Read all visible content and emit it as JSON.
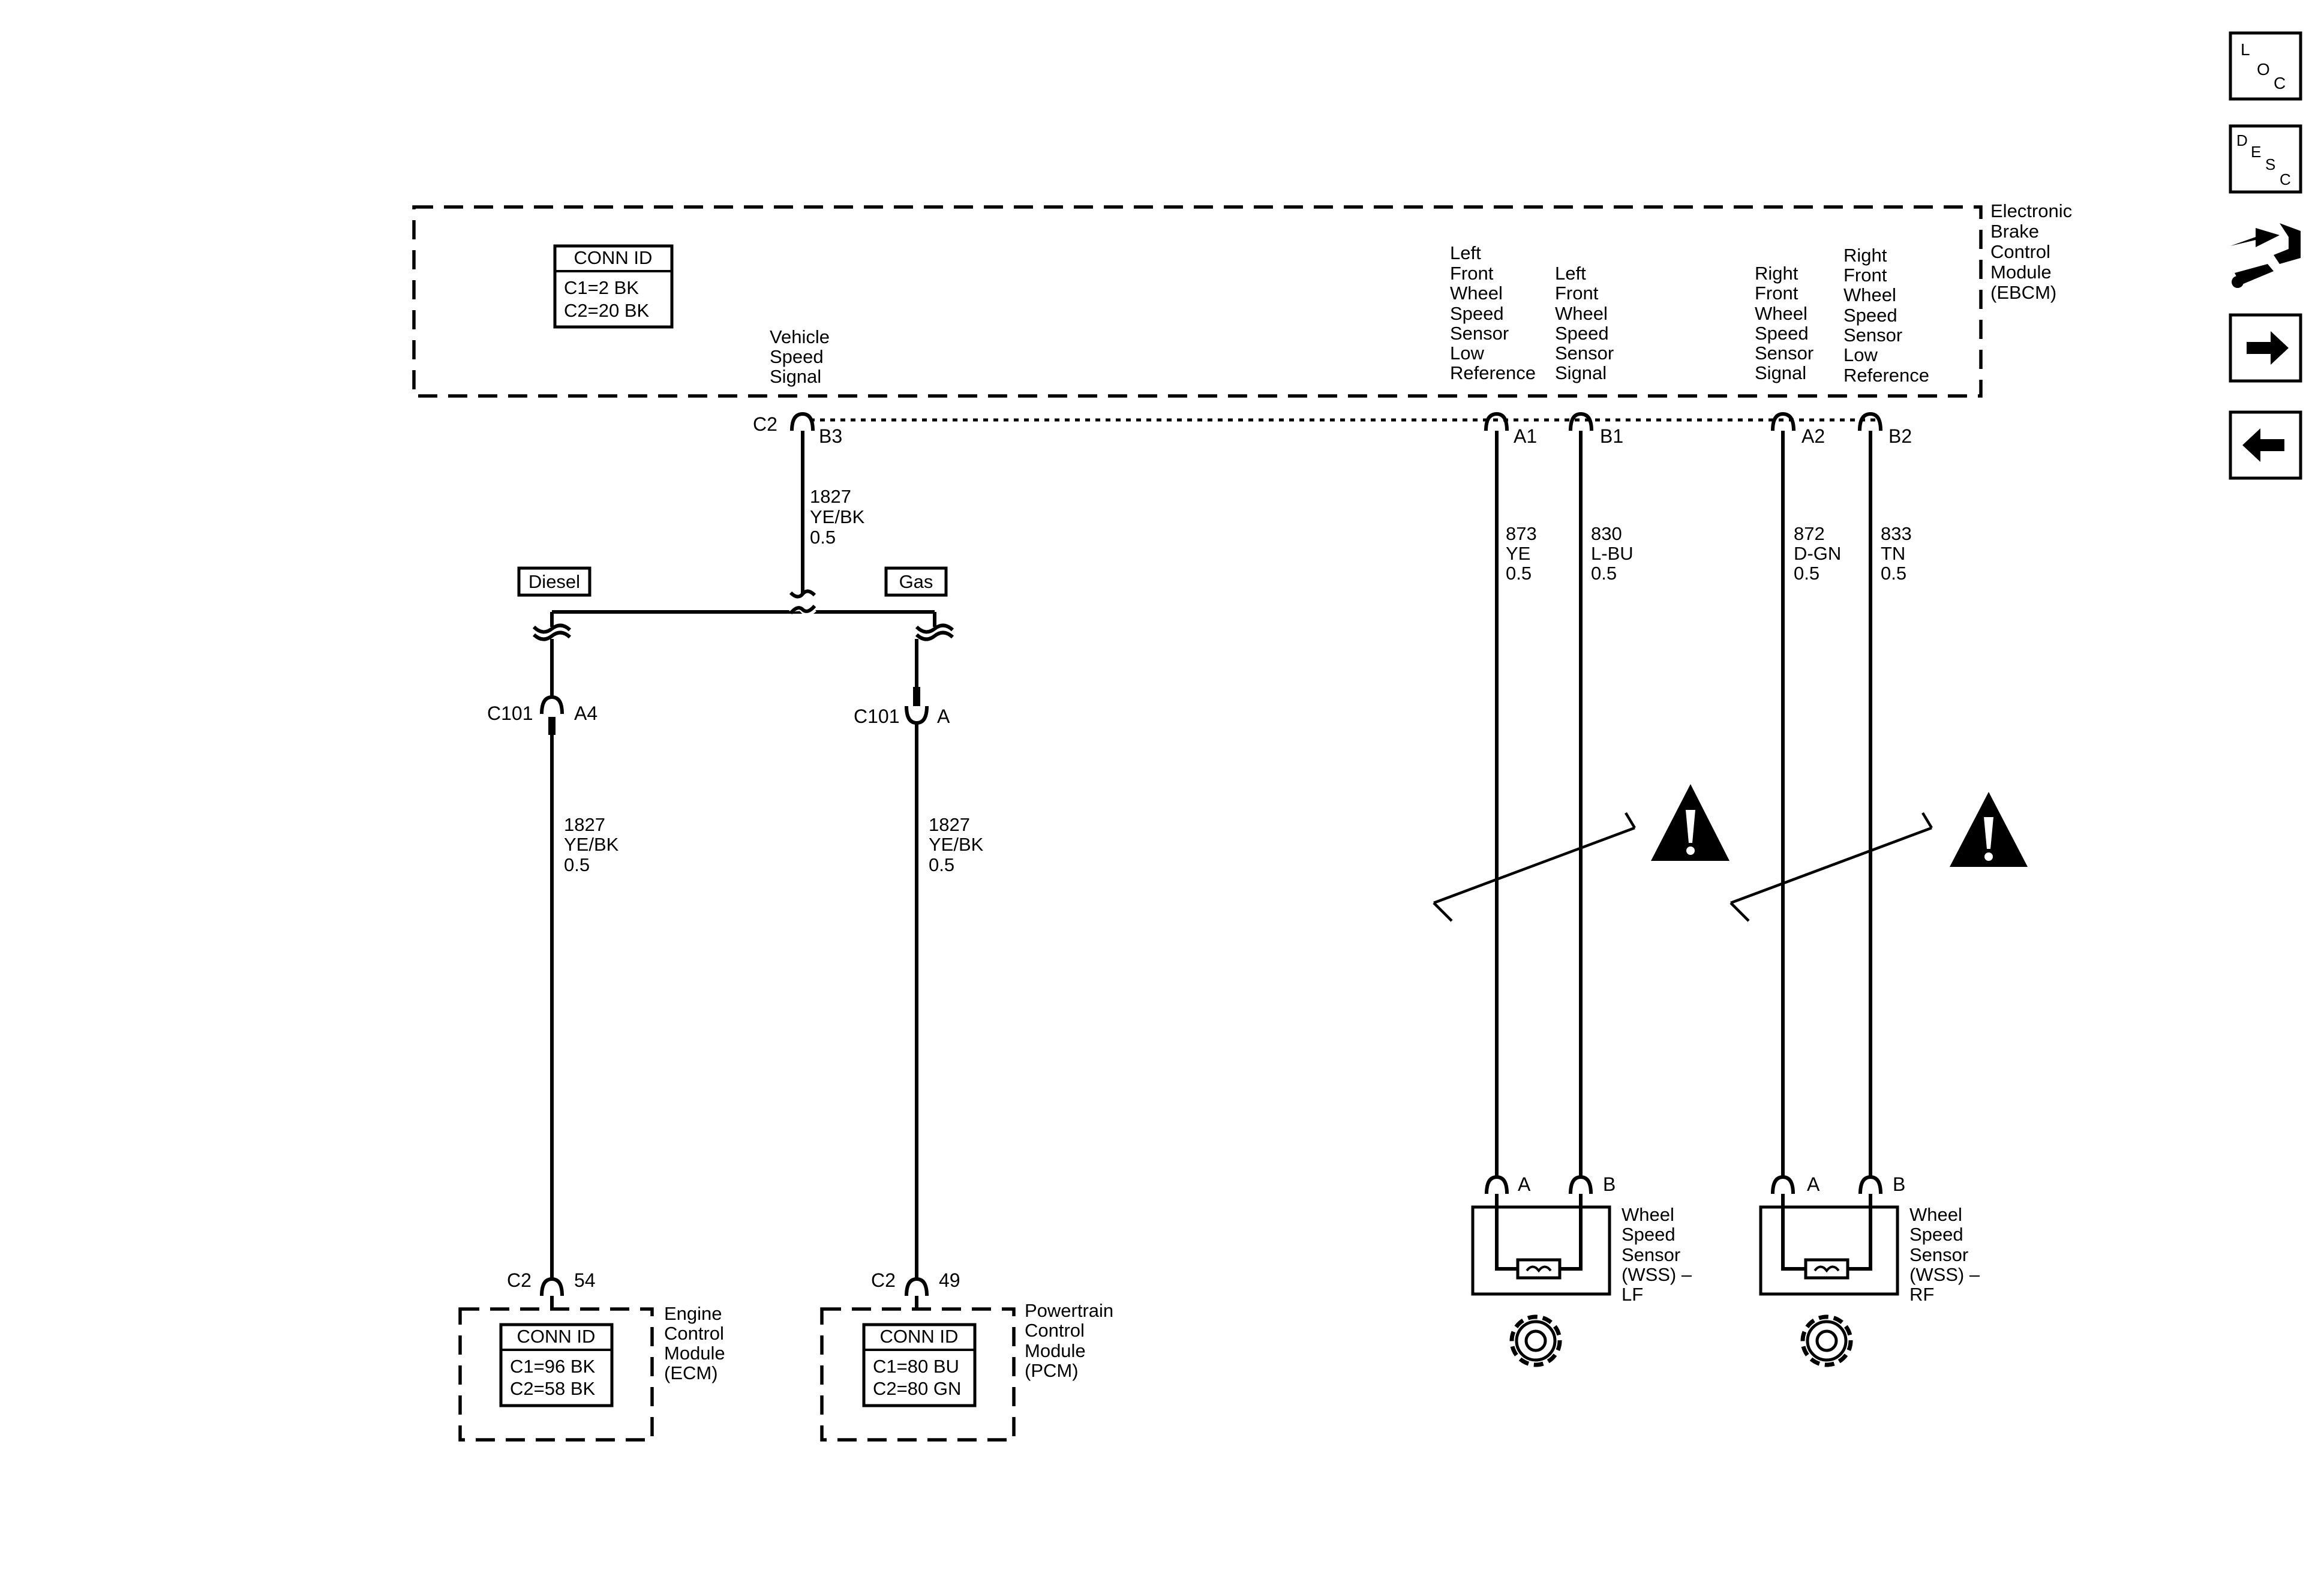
{
  "nav": {
    "loc_icon": "loc-icon",
    "desc_icon": "desc-icon",
    "connector_icon": "connector-tool-icon",
    "next_icon": "arrow-right-icon",
    "prev_icon": "arrow-left-icon"
  },
  "ebcm": {
    "name_lines": [
      "Electronic",
      "Brake",
      "Control",
      "Module",
      "(EBCM)"
    ],
    "conn_id": {
      "title": "CONN ID",
      "lines": [
        "C1=2 BK",
        "C2=20 BK"
      ]
    },
    "vss_label": [
      "Vehicle",
      "Speed",
      "Signal"
    ],
    "lf_low_ref": [
      "Left",
      "Front",
      "Wheel",
      "Speed",
      "Sensor",
      "Low",
      "Reference"
    ],
    "lf_signal": [
      "Left",
      "Front",
      "Wheel",
      "Speed",
      "Sensor",
      "Signal"
    ],
    "rf_signal": [
      "Right",
      "Front",
      "Wheel",
      "Speed",
      "Sensor",
      "Signal"
    ],
    "rf_low_ref": [
      "Right",
      "Front",
      "Wheel",
      "Speed",
      "Sensor",
      "Low",
      "Reference"
    ],
    "pins": {
      "c2": "C2",
      "b3": "B3",
      "a1": "A1",
      "b1": "B1",
      "a2": "A2",
      "b2": "B2"
    }
  },
  "wires": {
    "main": [
      "1827",
      "YE/BK",
      "0.5"
    ],
    "ecm": [
      "1827",
      "YE/BK",
      "0.5"
    ],
    "pcm": [
      "1827",
      "YE/BK",
      "0.5"
    ],
    "w873": [
      "873",
      "YE",
      "0.5"
    ],
    "w830": [
      "830",
      "L-BU",
      "0.5"
    ],
    "w872": [
      "872",
      "D-GN",
      "0.5"
    ],
    "w833": [
      "833",
      "TN",
      "0.5"
    ]
  },
  "options": {
    "diesel": "Diesel",
    "gas": "Gas"
  },
  "inline": {
    "diesel_conn": "C101",
    "diesel_pin": "A4",
    "gas_conn": "C101",
    "gas_pin": "A"
  },
  "ecm": {
    "conn": "C2",
    "pin": "54",
    "name_lines": [
      "Engine",
      "Control",
      "Module",
      "(ECM)"
    ],
    "conn_id": {
      "title": "CONN ID",
      "lines": [
        "C1=96 BK",
        "C2=58 BK"
      ]
    }
  },
  "pcm": {
    "conn": "C2",
    "pin": "49",
    "name_lines": [
      "Powertrain",
      "Control",
      "Module",
      "(PCM)"
    ],
    "conn_id": {
      "title": "CONN ID",
      "lines": [
        "C1=80 BU",
        "C2=80 GN"
      ]
    }
  },
  "wss_lf": {
    "pin_a": "A",
    "pin_b": "B",
    "name_lines": [
      "Wheel",
      "Speed",
      "Sensor",
      "(WSS) –",
      "LF"
    ]
  },
  "wss_rf": {
    "pin_a": "A",
    "pin_b": "B",
    "name_lines": [
      "Wheel",
      "Speed",
      "Sensor",
      "(WSS) –",
      "RF"
    ]
  },
  "colors": {
    "line": "#000000",
    "background": "#ffffff"
  }
}
